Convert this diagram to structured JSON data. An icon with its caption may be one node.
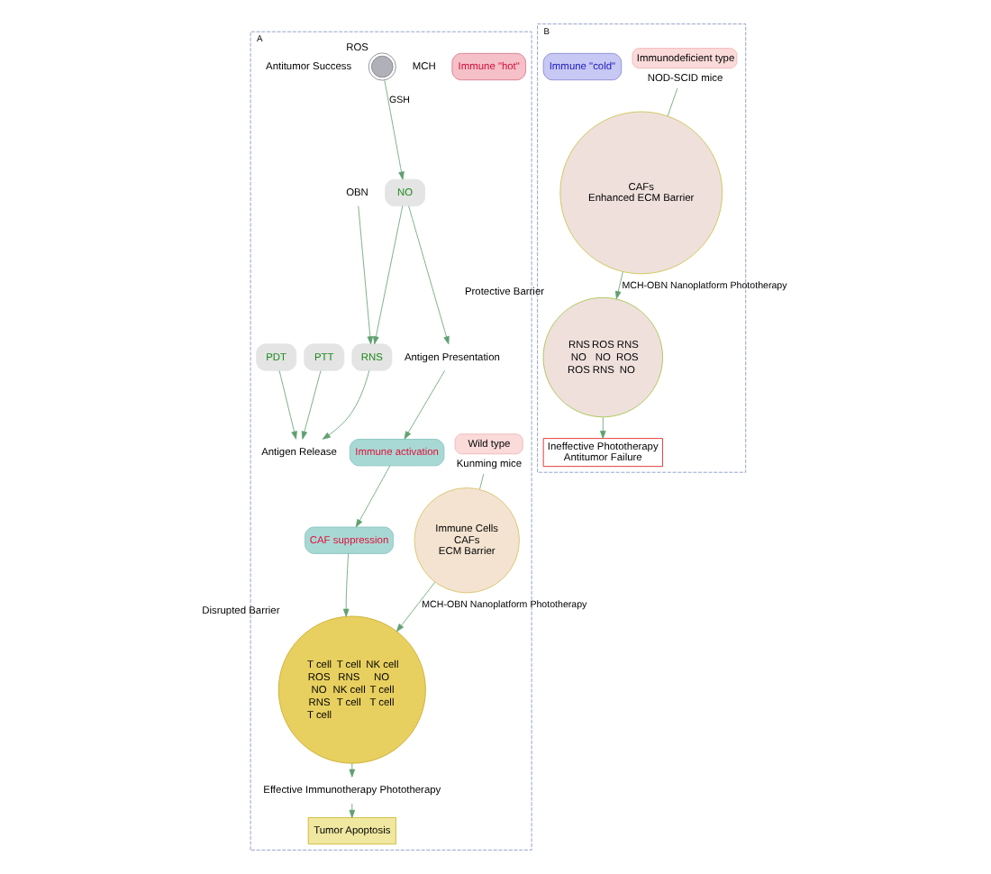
{
  "diagram": {
    "nodes": [
      {
        "text": [
          "A"
        ]
      },
      {
        "text": [
          "Immune Cells",
          "CAFs",
          "ECM Barrier"
        ],
        "in": 0
      },
      {
        "text": [
          "Wild type"
        ],
        "beside": [
          "Kunming mice"
        ],
        "in": 0
      },
      {
        "text": [
          "Immune \"hot\""
        ],
        "in": 0
      },
      {
        "text": [
          "T cell",
          "T cell",
          "NK cell",
          "ROS",
          "RNS",
          "NO",
          "NO",
          "NK cell",
          "T cell",
          "RNS",
          "T cell",
          "T cell",
          "T cell"
        ],
        "beside": [
          "Disrupted Barrier"
        ],
        "in": 0
      },
      {
        "text": [
          "OBN"
        ],
        "in": 0
      },
      {
        "text": [
          "MCH"
        ],
        "in": 0
      },
      {
        "text": [],
        "shape": "picture",
        "beside": [
          "ROS"
        ],
        "in": 0
      },
      {
        "text": [
          "RNS"
        ],
        "in": 0
      },
      {
        "text": [
          "NO"
        ],
        "in": 0
      },
      {
        "text": [
          "PDT"
        ],
        "in": 0
      },
      {
        "text": [
          "PTT"
        ],
        "in": 0
      },
      {
        "text": [
          "Antigen Release"
        ],
        "in": 0
      },
      {
        "text": [
          "Antigen Presentation"
        ],
        "in": 0
      },
      {
        "text": [
          "Immune activation"
        ],
        "in": 0
      },
      {
        "text": [
          "CAF suppression"
        ],
        "in": 0
      },
      {
        "text": [
          "Effective Immunotherapy Phototherapy"
        ],
        "in": 0
      },
      {
        "text": [
          "Tumor Apoptosis"
        ],
        "in": 0
      },
      {
        "text": [
          "Antitumor Success"
        ],
        "in": 0
      },
      {
        "text": [
          "B"
        ]
      },
      {
        "text": [
          "Immunodeficient type"
        ],
        "beside": [
          "NOD-SCID mice"
        ],
        "in": 19
      },
      {
        "text": [
          "CAFs",
          "Enhanced ECM Barrier"
        ],
        "in": 19
      },
      {
        "text": [
          "Immune \"cold\""
        ],
        "in": 19
      },
      {
        "text": [
          "RNS",
          "ROS",
          "RNS",
          "NO",
          "NO",
          "ROS",
          "ROS",
          "RNS",
          "NO"
        ],
        "beside": [
          "Protective Barrier"
        ],
        "in": 19
      },
      {
        "text": [
          "Ineffective Phototherapy",
          "Antitumor Failure"
        ],
        "in": 19
      }
    ],
    "edges": [
      {
        "from": 2,
        "to": 1,
        "arrow": "none"
      },
      {
        "from": 1,
        "to": 4,
        "arrow": "to",
        "label": "MCH-OBN Nanoplatform Phototherapy"
      },
      {
        "from": 5,
        "to": 8,
        "arrow": "to"
      },
      {
        "from": 7,
        "to": 9,
        "arrow": "to",
        "label": "GSH"
      },
      {
        "from": 9,
        "to": 8,
        "arrow": "to"
      },
      {
        "from": 8,
        "to": 12,
        "arrow": "to"
      },
      {
        "from": 10,
        "to": 12,
        "arrow": "to"
      },
      {
        "from": 11,
        "to": 12,
        "arrow": "to"
      },
      {
        "from": 9,
        "to": 13,
        "arrow": "to"
      },
      {
        "from": 13,
        "to": 14,
        "arrow": "to"
      },
      {
        "from": 14,
        "to": 15,
        "arrow": "to"
      },
      {
        "from": 15,
        "to": 4,
        "arrow": "to"
      },
      {
        "from": 4,
        "to": 16,
        "arrow": "to"
      },
      {
        "from": 16,
        "to": 17,
        "arrow": "to"
      },
      {
        "from": 20,
        "to": 21,
        "arrow": "none"
      },
      {
        "from": 21,
        "to": 23,
        "arrow": "to",
        "label": "MCH-OBN Nanoplatform Phototherapy"
      },
      {
        "from": 23,
        "to": 24,
        "arrow": "to"
      }
    ]
  }
}
